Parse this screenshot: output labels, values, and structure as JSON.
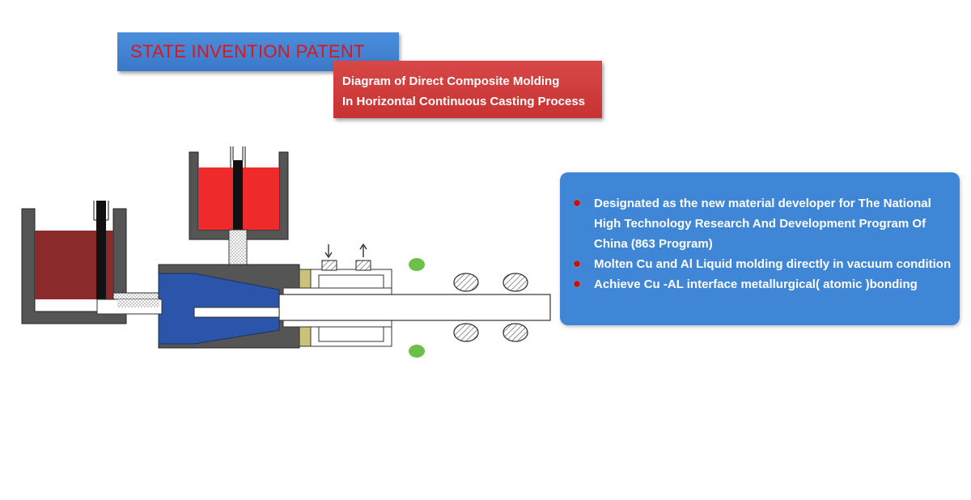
{
  "header": {
    "title": "STATE INVENTION PATENT",
    "subtitle_line1": "Diagram of Direct Composite Molding",
    "subtitle_line2": "In Horizontal Continuous Casting Process"
  },
  "info_panel": {
    "items": [
      "Designated as the new material developer for The National High Technology Research And Development Program Of China (863 Program)",
      "Molten Cu and Al Liquid molding directly in vacuum condition",
      "Achieve Cu -AL interface metallurgical( atomic )bonding"
    ]
  },
  "colors": {
    "title_bg": "#3a78c8",
    "title_text": "#e0141a",
    "subtitle_bg": "#c83232",
    "panel_bg": "#3f86d6",
    "molten_cu": "#8b2a2a",
    "molten_al": "#ee2a2a",
    "crystallizer": "#2a55a8",
    "cooling_marker": "#6cc04a"
  }
}
